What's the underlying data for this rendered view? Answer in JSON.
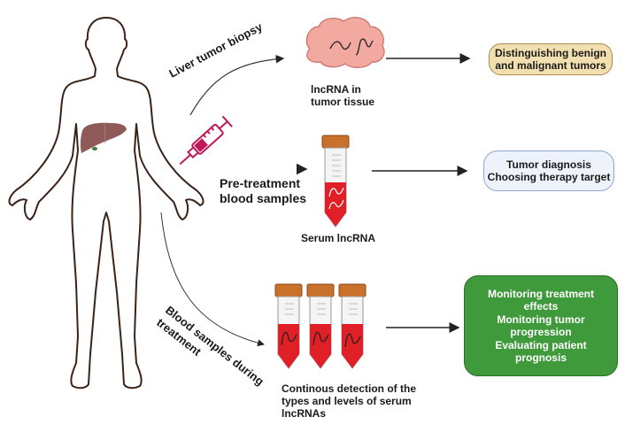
{
  "diagram": {
    "paths": [
      {
        "label": "Liver tumor biopsy"
      },
      {
        "label_lines": [
          "Pre-treatment",
          "blood samples"
        ]
      },
      {
        "label_lines": [
          "Blood samples during",
          "treatment"
        ]
      }
    ],
    "samples": [
      {
        "caption_lines": [
          "lncRNA in",
          "tumor tissue"
        ],
        "icon": "tumor-tissue-icon"
      },
      {
        "caption": "Serum lncRNA",
        "icon": "serum-tube-icon"
      },
      {
        "caption_lines": [
          "Continous detection of the",
          "types and levels of serum",
          "lncRNAs"
        ],
        "icon": "serum-tubes-icon"
      }
    ],
    "outcomes": [
      {
        "lines": [
          "Distinguishing benign",
          "and malignant tumors"
        ],
        "color": "#f2dfb0",
        "border": "#a88a4c"
      },
      {
        "lines": [
          "Tumor diagnosis",
          "Choosing therapy target"
        ],
        "color": "#eef3fb",
        "border": "#8fa7cc"
      },
      {
        "lines": [
          "Monitoring treatment",
          "effects",
          "Monitoring tumor",
          "progression",
          "Evaluating patient",
          "prognosis"
        ],
        "color": "#3f9a3c",
        "border": "#2b6d29"
      }
    ],
    "colors": {
      "body_outline": "#3b2318",
      "liver": "#8f5a58",
      "syringe": "#c0185a",
      "blood": "#e01f26",
      "cap": "#c9702b",
      "tissue": "#f2a9a0"
    }
  }
}
